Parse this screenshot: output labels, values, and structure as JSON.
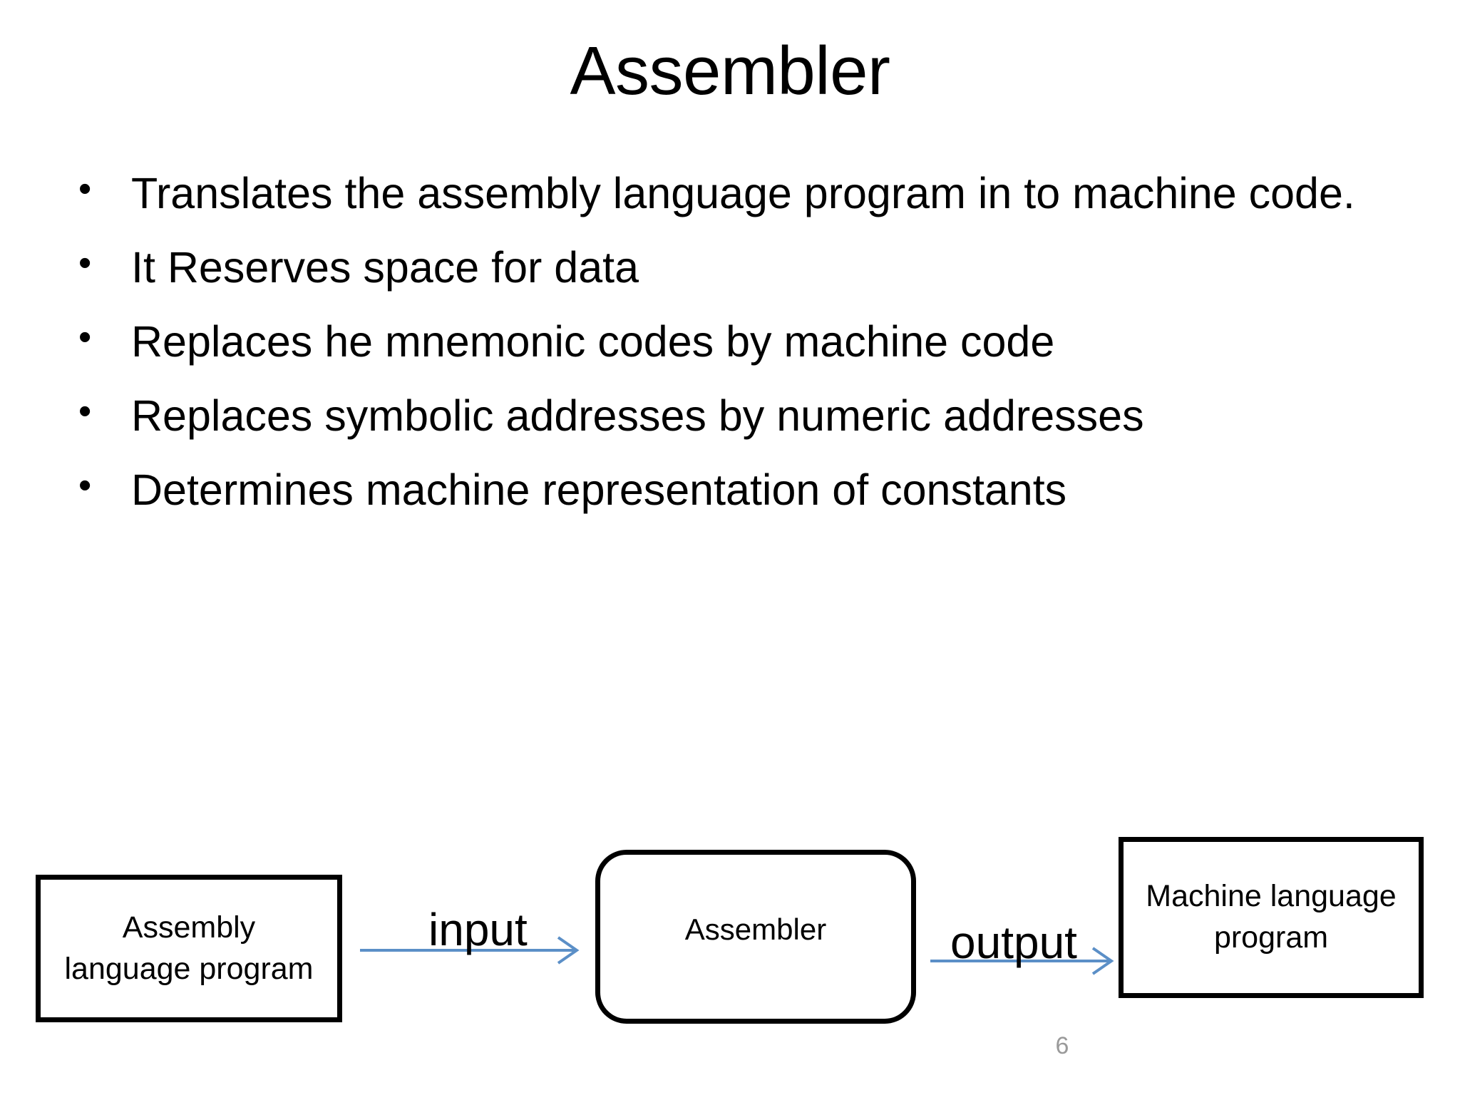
{
  "slide": {
    "title": "Assembler",
    "page_number": "6",
    "background_color": "#ffffff",
    "text_color": "#000000",
    "page_number_color": "#9a9a9a"
  },
  "bullets": [
    {
      "marker": "•",
      "text": "Translates the assembly language program in to machine code."
    },
    {
      "marker": "•",
      "text": "It Reserves space for data"
    },
    {
      "marker": "•",
      "text": "Replaces he mnemonic codes by machine code"
    },
    {
      "marker": "•",
      "text": "Replaces symbolic addresses by numeric addresses"
    },
    {
      "marker": "•",
      "text": "Determines machine representation of constants"
    }
  ],
  "diagram": {
    "arrow_color": "#5B8FC7",
    "node_border_color": "#000000",
    "nodes": {
      "assembly_program": {
        "line1": "Assembly",
        "line2": "language program",
        "shape": "rectangle"
      },
      "assembler": {
        "label": "Assembler",
        "shape": "rounded-rectangle"
      },
      "machine_program": {
        "line1": "Machine language",
        "line2": "program",
        "shape": "rectangle"
      }
    },
    "arrows": {
      "input": {
        "label": "input"
      },
      "output": {
        "label": "output"
      }
    }
  }
}
